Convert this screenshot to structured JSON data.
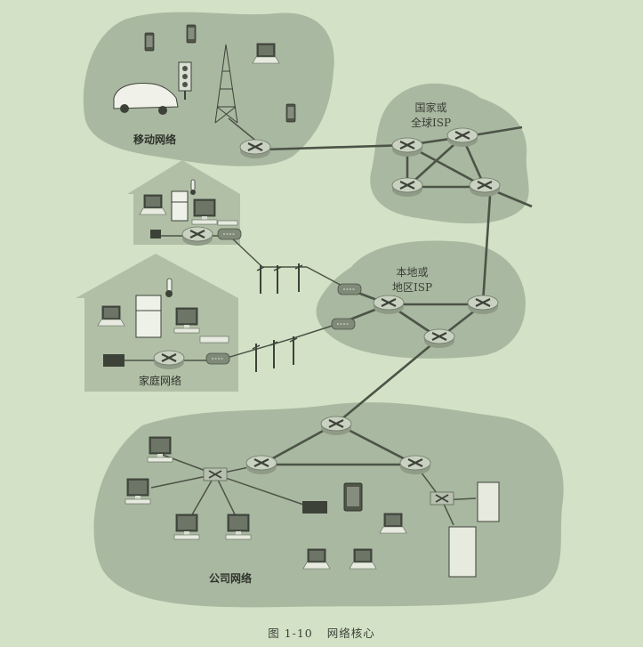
{
  "figure": {
    "caption_number": "图 1-10",
    "caption_title": "网络核心"
  },
  "regions": {
    "mobile": {
      "label": "移动网络"
    },
    "global_isp": {
      "label_line1": "国家或",
      "label_line2": "全球ISP"
    },
    "home": {
      "label": "家庭网络"
    },
    "regional_isp": {
      "label_line1": "本地或",
      "label_line2": "地区ISP"
    },
    "enterprise": {
      "label": "公司网络"
    }
  },
  "colors": {
    "background": "#d3e2c6",
    "cloud": "#a9b8a0",
    "house": "#b0bfa6",
    "link": "#4c5347",
    "router_top": "#c7d0bf",
    "router_side": "#97a28f"
  }
}
